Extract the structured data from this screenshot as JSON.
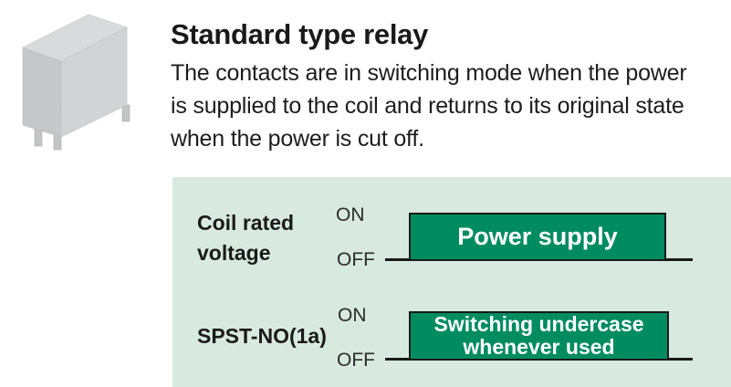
{
  "colors": {
    "panel_bg": "#d8e9e0",
    "pulse_green": "#008c60",
    "signal_line": "#1a1a1a",
    "text": "#1a1a1a",
    "pulse_text": "#ffffff",
    "relay_top": "#d9dadc",
    "relay_front": "#d2d3d5",
    "relay_side": "#c6c7c9",
    "relay_pins": "#c3c4c6"
  },
  "header": {
    "title": "Standard type relay",
    "description_lines": [
      "The contacts are in switching mode when the power",
      "is supplied to the coil and returns to its original state",
      "when the power is cut off."
    ]
  },
  "diagram": {
    "rows": [
      {
        "label": "Coil rated voltage",
        "label_lines": [
          "Coil rated",
          "voltage"
        ],
        "on": "ON",
        "off": "OFF",
        "box_lines": [
          "Power supply"
        ]
      },
      {
        "label": "SPST-NO(1a)",
        "label_lines": [
          "SPST-NO(1a)"
        ],
        "on": "ON",
        "off": "OFF",
        "box_lines": [
          "Switching undercase",
          "whenever used"
        ]
      }
    ]
  }
}
